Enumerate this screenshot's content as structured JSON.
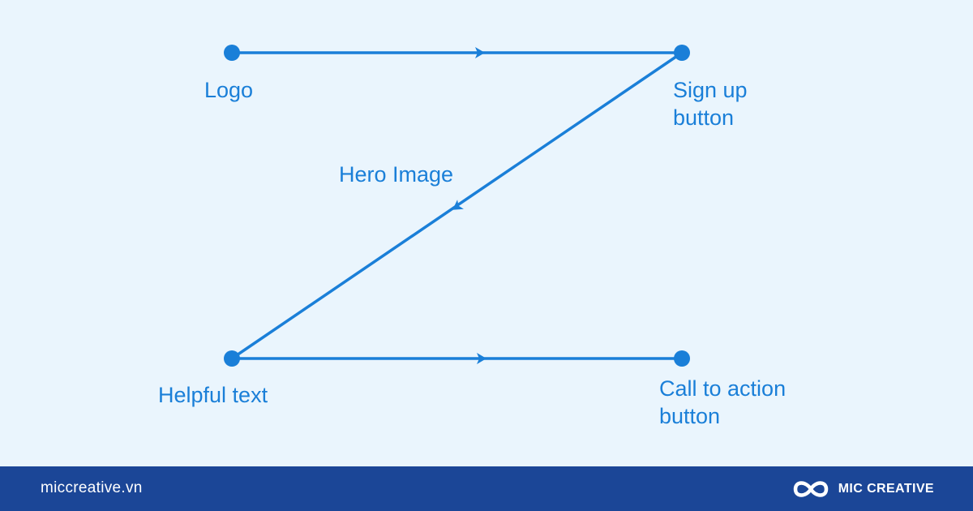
{
  "diagram": {
    "nodes": {
      "logo": "Logo",
      "signup_line1": "Sign up",
      "signup_line2": "button",
      "hero": "Hero Image",
      "helpful": "Helpful text",
      "cta_line1": "Call to action",
      "cta_line2": "button"
    },
    "flow": [
      "Logo",
      "Sign up button",
      "Hero Image",
      "Helpful text",
      "Call to action button"
    ],
    "colors": {
      "accent": "#1a7fd8",
      "background": "#eaf5fd"
    }
  },
  "footer": {
    "site": "miccreative.vn",
    "brand": "MIC CREATIVE",
    "brand_icon": "infinity-logo-icon",
    "color": "#1b4697"
  }
}
